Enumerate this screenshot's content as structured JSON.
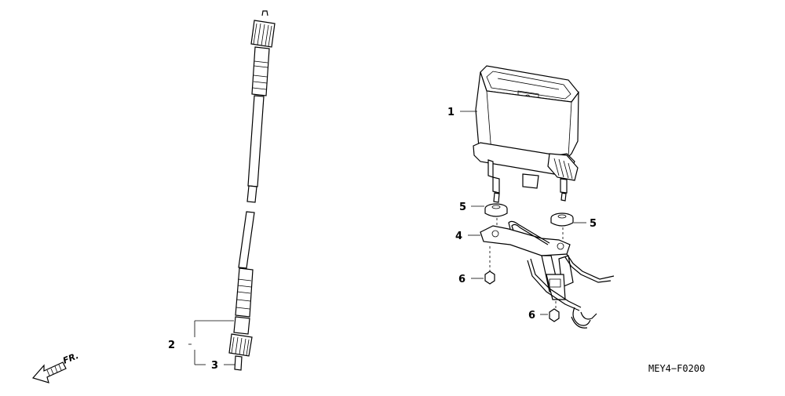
{
  "callouts": {
    "c1": "1",
    "c2": "2",
    "c3": "3",
    "c4": "4",
    "c5a": "5",
    "c5b": "5",
    "c6a": "6",
    "c6b": "6"
  },
  "direction_label": "FR.",
  "reference_code": "MEY4−F0200"
}
